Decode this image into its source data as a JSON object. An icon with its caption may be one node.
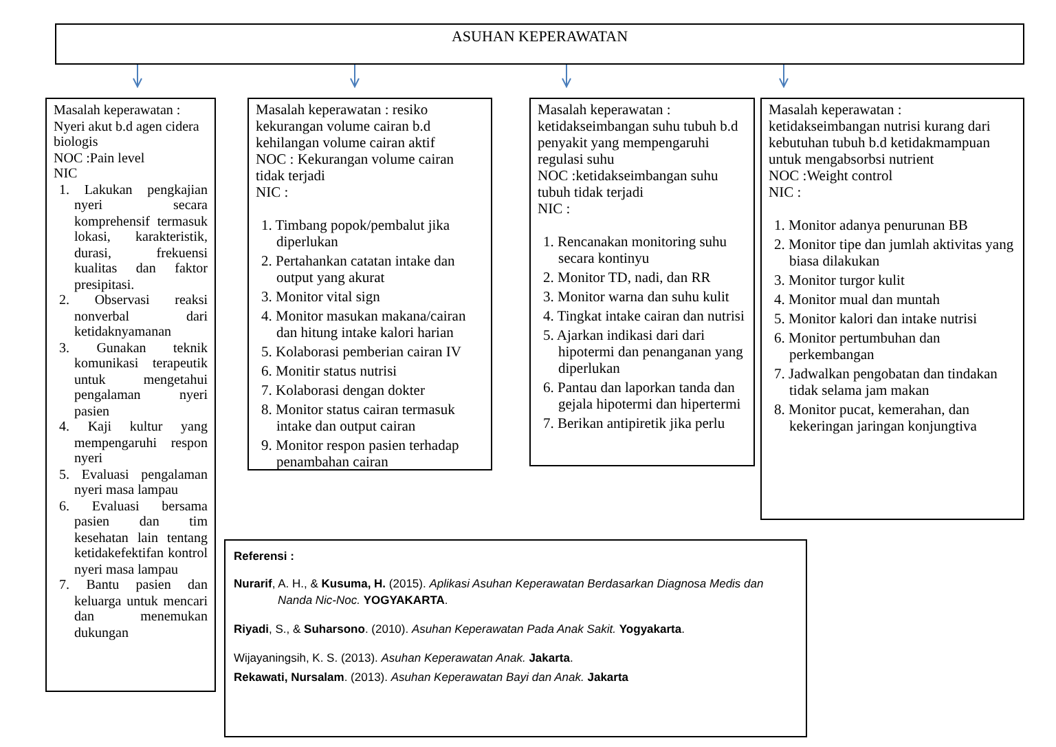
{
  "diagram": {
    "nodes": [
      {
        "text": [
          "ASUHAN KEPERAWATAN"
        ]
      },
      {
        "text": [
          "Masalah keperawatan : Nyeri akut b.d agen cidera biologis",
          "NOC :Pain level",
          "NIC",
          "1. Lakukan pengkajian nyeri secara komprehensif termasuk lokasi, karakteristik, durasi, frekuensi kualitas dan faktor presipitasi.",
          "2. Observasi reaksi nonverbal dari ketidaknyamanan",
          "3. Gunakan teknik komunikasi terapeutik untuk mengetahui pengalaman nyeri pasien",
          "4. Kaji kultur yang mempengaruhi respon nyeri",
          "5. Evaluasi pengalaman nyeri masa lampau",
          "6. Evaluasi bersama pasien dan tim kesehatan lain tentang ketidakefektifan kontrol nyeri masa lampau",
          "7. Bantu pasien dan keluarga untuk mencari dan menemukan dukungan"
        ]
      },
      {
        "text": [
          "Masalah keperawatan : resiko kekurangan volume cairan b.d kehilangan volume cairan aktif",
          "NOC : Kekurangan volume cairan tidak terjadi",
          "NIC :",
          "1. Timbang popok/pembalut jika diperlukan",
          "2. Pertahankan catatan intake dan output yang akurat",
          "3. Monitor vital sign",
          "4. Monitor masukan makana/cairan dan hitung intake kalori harian",
          "5. Kolaborasi pemberian cairan IV",
          "6. Monitir status nutrisi",
          "7. Kolaborasi dengan dokter",
          "8. Monitor status cairan termasuk intake dan output cairan",
          "9. Monitor respon pasien terhadap penambahan cairan"
        ]
      },
      {
        "text": [
          "Masalah keperawatan : ketidakseimbangan suhu tubuh b.d penyakit yang mempengaruhi regulasi suhu",
          "NOC :ketidakseimbangan suhu tubuh tidak terjadi",
          "NIC :",
          "1. Rencanakan monitoring suhu secara kontinyu",
          "2. Monitor TD, nadi, dan RR",
          "3. Monitor warna dan suhu kulit",
          "4. Tingkat intake cairan dan nutrisi",
          "5. Ajarkan indikasi dari dari hipotermi dan penanganan yang diperlukan",
          "6. Pantau dan laporkan tanda dan gejala hipotermi dan hipertermi",
          "7. Berikan antipiretik jika perlu"
        ]
      },
      {
        "text": [
          "Masalah keperawatan : ketidakseimbangan nutrisi kurang dari kebutuhan tubuh b.d ketidakmampuan untuk mengabsorbsi nutrient",
          "NOC :Weight control",
          "NIC :",
          "1. Monitor adanya penurunan BB",
          "2. Monitor tipe dan jumlah aktivitas yang biasa dilakukan",
          "3. Monitor turgor kulit",
          "4. Monitor mual dan muntah",
          "5. Monitor kalori dan intake nutrisi",
          "6. Monitor pertumbuhan dan perkembangan",
          "7. Jadwalkan pengobatan dan tindakan tidak selama jam makan",
          "8. Monitor pucat, kemerahan, dan kekeringan jaringan konjungtiva"
        ]
      },
      {
        "text": [
          "Referensi :",
          "**Nurarif**, A. H., & **Kusuma, H.** (2015). *Aplikasi Asuhan Keperawatan Berdasarkan Diagnosa Medis dan Nanda Nic-Noc.* **YOGYAKARTA**.",
          "**Riyadi**, S., & **Suharsono**. (2010). *Asuhan Keperawatan Pada Anak Sakit.* **Yogyakarta**.",
          "Wijayaningsih, K. S. (2013). *Asuhan Keperawatan Anak.* **Jakarta**.",
          "**Rekawati, Nursalam**. (2013). *Asuhan Keperawatan Bayi dan Anak.* **Jakarta**"
        ]
      }
    ],
    "edges": [
      {
        "from": 0,
        "to": 1,
        "arrow": "to"
      },
      {
        "from": 0,
        "to": 2,
        "arrow": "to"
      },
      {
        "from": 0,
        "to": 3,
        "arrow": "to"
      },
      {
        "from": 0,
        "to": 4,
        "arrow": "to"
      }
    ]
  }
}
